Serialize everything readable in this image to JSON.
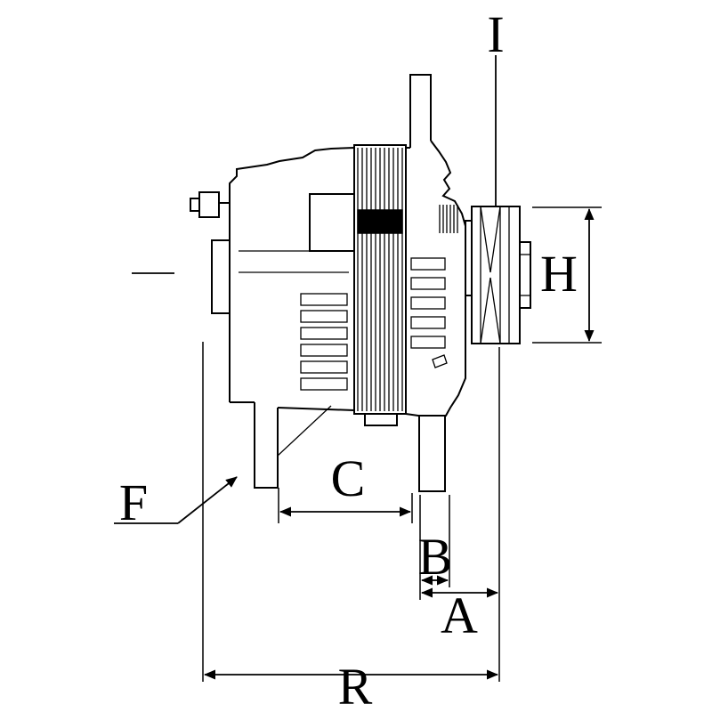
{
  "diagram": {
    "type": "technical-dimension-drawing",
    "subject": "Alternator side view with V-belt pulley and dimension callouts",
    "line_color": "#000000",
    "background_color": "#ffffff",
    "labels": {
      "I": "I",
      "H": "H",
      "F": "F",
      "C": "C",
      "B": "B",
      "A": "A",
      "R": "R"
    }
  }
}
